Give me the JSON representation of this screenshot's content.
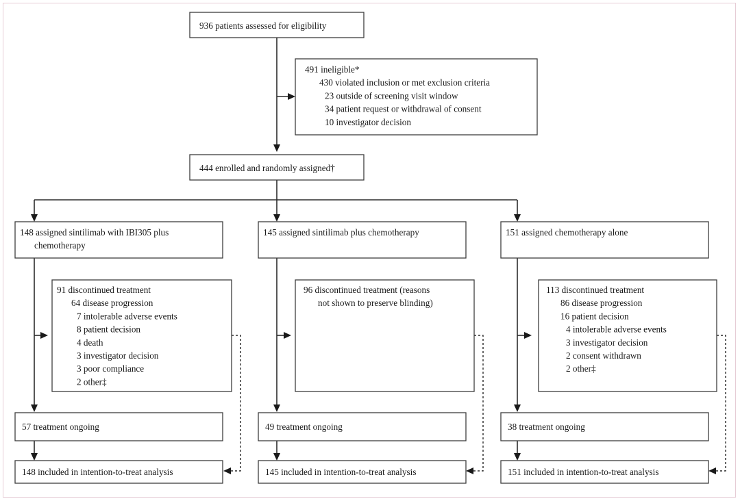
{
  "figure": {
    "type": "consort-flow-diagram",
    "frame_color": "#e6ccd6",
    "line_color": "#2b2b2b",
    "box_border_color": "#3d3d3d",
    "text_color": "#1b1b1b",
    "background": "#ffffff"
  },
  "nodes": {
    "screening": {
      "id": "screening",
      "lines": [
        {
          "text": "936 patients assessed for eligibility",
          "indent": 0
        }
      ]
    },
    "ineligible": {
      "id": "ineligible",
      "lines": [
        {
          "text": "491 ineligible*",
          "indent": 0
        },
        {
          "text": "430 violated inclusion or met exclusion criteria",
          "indent": 1
        },
        {
          "text": "23 outside of screening visit window",
          "indent": 2
        },
        {
          "text": "34 patient request or withdrawal of consent",
          "indent": 2
        },
        {
          "text": "10 investigator decision",
          "indent": 2
        }
      ]
    },
    "randomised": {
      "id": "randomised",
      "lines": [
        {
          "text": "444 enrolled and randomly assigned†",
          "indent": 0
        }
      ]
    },
    "arm1_assigned": {
      "id": "arm1-assigned",
      "lines": [
        {
          "text": "148 assigned sintilimab with IBI305 plus",
          "indent": 0
        },
        {
          "text": "chemotherapy",
          "indent": 1
        }
      ]
    },
    "arm2_assigned": {
      "id": "arm2-assigned",
      "lines": [
        {
          "text": "145 assigned sintilimab plus chemotherapy",
          "indent": 0
        }
      ]
    },
    "arm3_assigned": {
      "id": "arm3-assigned",
      "lines": [
        {
          "text": "151 assigned chemotherapy alone",
          "indent": 0
        }
      ]
    },
    "arm1_discontinued": {
      "id": "arm1-discontinued",
      "lines": [
        {
          "text": "91 discontinued treatment",
          "indent": 0
        },
        {
          "text": "64 disease progression",
          "indent": 1
        },
        {
          "text": "7 intolerable adverse events",
          "indent": 2
        },
        {
          "text": "8 patient decision",
          "indent": 2
        },
        {
          "text": "4 death",
          "indent": 2
        },
        {
          "text": "3 investigator decision",
          "indent": 2
        },
        {
          "text": "3 poor compliance",
          "indent": 2
        },
        {
          "text": "2 other‡",
          "indent": 2
        }
      ]
    },
    "arm2_discontinued": {
      "id": "arm2-discontinued",
      "lines": [
        {
          "text": "96 discontinued treatment (reasons",
          "indent": 0
        },
        {
          "text": "not shown to preserve blinding)",
          "indent": 1
        }
      ]
    },
    "arm3_discontinued": {
      "id": "arm3-discontinued",
      "lines": [
        {
          "text": "113 discontinued treatment",
          "indent": 0
        },
        {
          "text": "86 disease progression",
          "indent": 1
        },
        {
          "text": "16 patient decision",
          "indent": 1
        },
        {
          "text": "4 intolerable adverse events",
          "indent": 2
        },
        {
          "text": "3 investigator decision",
          "indent": 2
        },
        {
          "text": "2 consent withdrawn",
          "indent": 2
        },
        {
          "text": "2 other‡",
          "indent": 2
        }
      ]
    },
    "arm1_ongoing": {
      "id": "arm1-ongoing",
      "lines": [
        {
          "text": "57 treatment ongoing",
          "indent": 0
        }
      ]
    },
    "arm2_ongoing": {
      "id": "arm2-ongoing",
      "lines": [
        {
          "text": "49 treatment ongoing",
          "indent": 0
        }
      ]
    },
    "arm3_ongoing": {
      "id": "arm3-ongoing",
      "lines": [
        {
          "text": "38 treatment ongoing",
          "indent": 0
        }
      ]
    },
    "arm1_itt": {
      "id": "arm1-itt",
      "lines": [
        {
          "text": "148 included in intention-to-treat analysis",
          "indent": 0
        }
      ]
    },
    "arm2_itt": {
      "id": "arm2-itt",
      "lines": [
        {
          "text": "145 included in intention-to-treat analysis",
          "indent": 0
        }
      ]
    },
    "arm3_itt": {
      "id": "arm3-itt",
      "lines": [
        {
          "text": "151 included in intention-to-treat analysis",
          "indent": 0
        }
      ]
    }
  },
  "flow_data": {
    "assessed": 936,
    "ineligible_total": 491,
    "ineligible_reasons": [
      {
        "label": "violated inclusion or met exclusion criteria",
        "n": 430
      },
      {
        "label": "outside of screening visit window",
        "n": 23
      },
      {
        "label": "patient request or withdrawal of consent",
        "n": 34
      },
      {
        "label": "investigator decision",
        "n": 10
      }
    ],
    "randomised": 444,
    "arms": [
      {
        "name": "sintilimab with IBI305 plus chemotherapy",
        "assigned": 148,
        "discontinued": 91,
        "discontinued_reasons": [
          {
            "label": "disease progression",
            "n": 64
          },
          {
            "label": "intolerable adverse events",
            "n": 7
          },
          {
            "label": "patient decision",
            "n": 8
          },
          {
            "label": "death",
            "n": 4
          },
          {
            "label": "investigator decision",
            "n": 3
          },
          {
            "label": "poor compliance",
            "n": 3
          },
          {
            "label": "other",
            "n": 2
          }
        ],
        "ongoing": 57,
        "itt": 148
      },
      {
        "name": "sintilimab plus chemotherapy",
        "assigned": 145,
        "discontinued": 96,
        "discontinued_reasons": [],
        "discontinued_note": "reasons not shown to preserve blinding",
        "ongoing": 49,
        "itt": 145
      },
      {
        "name": "chemotherapy alone",
        "assigned": 151,
        "discontinued": 113,
        "discontinued_reasons": [
          {
            "label": "disease progression",
            "n": 86
          },
          {
            "label": "patient decision",
            "n": 16
          },
          {
            "label": "intolerable adverse events",
            "n": 4
          },
          {
            "label": "investigator decision",
            "n": 3
          },
          {
            "label": "consent withdrawn",
            "n": 2
          },
          {
            "label": "other",
            "n": 2
          }
        ],
        "ongoing": 38,
        "itt": 151
      }
    ]
  }
}
